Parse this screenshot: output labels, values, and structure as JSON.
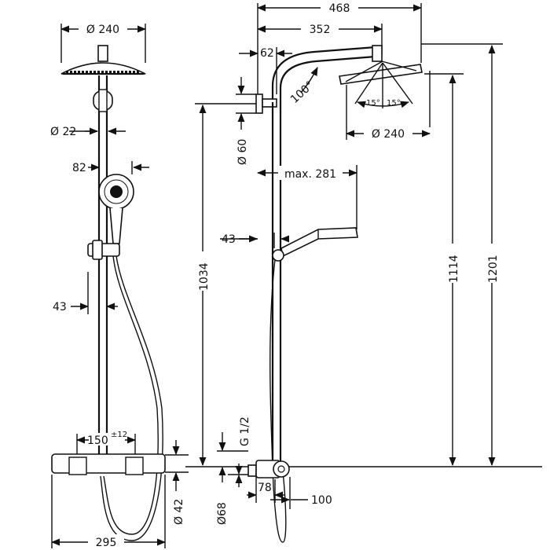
{
  "front_view": {
    "dim_head_diameter": "Ø 240",
    "dim_rail_diameter": "Ø 22",
    "dim_handshower_offset": "82",
    "dim_holder_offset": "43",
    "dim_thermostat_spacing": "150",
    "dim_thermostat_tolerance": "±12",
    "dim_total_width": "295",
    "dim_thermostat_depth": "Ø 42"
  },
  "side_view": {
    "dim_overall_projection": "468",
    "dim_arm_projection": "352",
    "dim_wall_bracket": "62",
    "dim_arm_angle": "100°",
    "dim_tilt_left": "15°",
    "dim_tilt_right": "15°",
    "dim_head_diameter": "Ø 240",
    "dim_bracket_diameter": "Ø 60",
    "dim_max_reach": "max. 281",
    "dim_slider_offset": "43",
    "dim_bracket_height": "1034",
    "dim_rail_height": "1114",
    "dim_total_height": "1201",
    "dim_thread": "G 1/2",
    "dim_cover_diameter": "Ø68",
    "dim_valve_offset": "78",
    "dim_valve_depth": "100"
  }
}
